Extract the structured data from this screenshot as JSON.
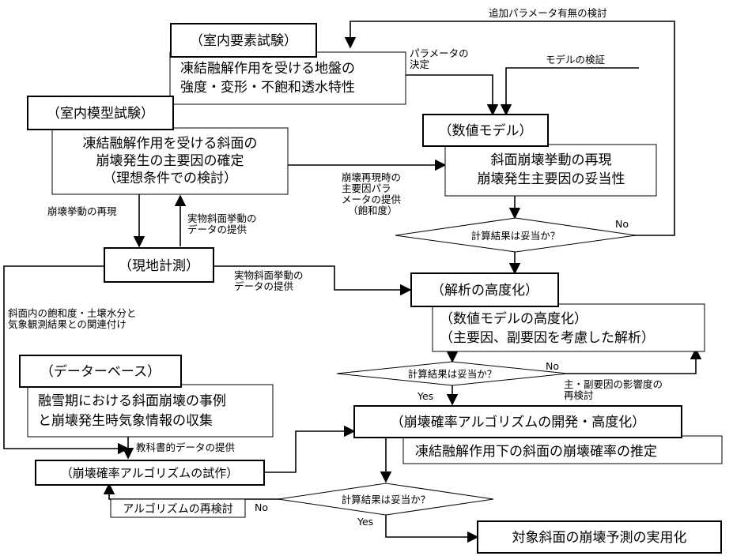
{
  "boxes": {
    "b1_title": "（室内要素試験）",
    "b1_body": [
      "凍結融解作用を受ける地盤の",
      "強度・変形・不飽和透水特性"
    ],
    "b2_title": "（室内模型試験）",
    "b2_body": [
      "凍結融解作用を受ける斜面の",
      "崩壊発生の主要因の確定",
      "（理想条件での検討）"
    ],
    "b3_title": "（数値モデル）",
    "b3_body": [
      "斜面崩壊挙動の再現",
      "崩壊発生主要因の妥当性"
    ],
    "b4_title": "（現地計測）",
    "b5_title": "（解析の高度化）",
    "b5_body": [
      "（数値モデルの高度化）",
      "（主要因、副要因を考慮した解析）"
    ],
    "b6_title": "（データーベース）",
    "b6_body": [
      "融雪期における斜面崩壊の事例",
      "と崩壊発生時気象情報の収集"
    ],
    "b7_title": "（崩壊確率アルゴリズムの開発・高度化）",
    "b7_body": "凍結融解作用下の斜面の崩壊確率の推定",
    "b8_title": "（崩壊確率アルゴリズムの試作）",
    "b9_body": "アルゴリズムの再検討",
    "b10_title": "対象斜面の崩壊予測の実用化"
  },
  "decisions": {
    "d1": "計算結果は妥当か？",
    "d2": "計算結果は妥当か？",
    "d3": "計算結果は妥当か？"
  },
  "labels": {
    "param_check": "追加パラメータ有無の検討",
    "param_decide": [
      "パラメータの",
      "決定"
    ],
    "model_verify": "モデルの検証",
    "main_param": [
      "崩壊再現時の",
      "主要因パラ",
      "メータの提供",
      "（飽和度）"
    ],
    "collapse_repro": "崩壊挙動の再現",
    "real_data_1": [
      "実物斜面挙動の",
      "データの提供"
    ],
    "real_data_2": [
      "実物斜面挙動の",
      "データの提供"
    ],
    "saturation": [
      "斜面内の飽和度・土壌水分と",
      "気象観測結果との関連付け"
    ],
    "textbook": "教科書的データの提供",
    "influence": [
      "主・副要因の影響度の",
      "再検討"
    ],
    "no1": "No",
    "no2": "No",
    "no3": "No",
    "yes1": "Yes",
    "yes2": "Yes"
  }
}
